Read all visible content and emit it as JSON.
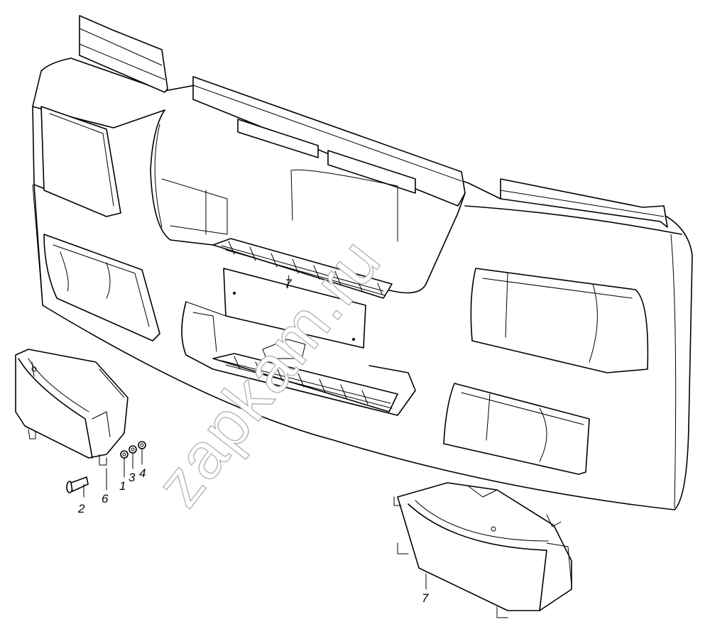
{
  "watermark": "zapkam.ru",
  "callouts": {
    "c1": "1",
    "c2": "2",
    "c3": "3",
    "c4": "4",
    "c6": "6",
    "c7a": "7",
    "c7b": "7"
  }
}
